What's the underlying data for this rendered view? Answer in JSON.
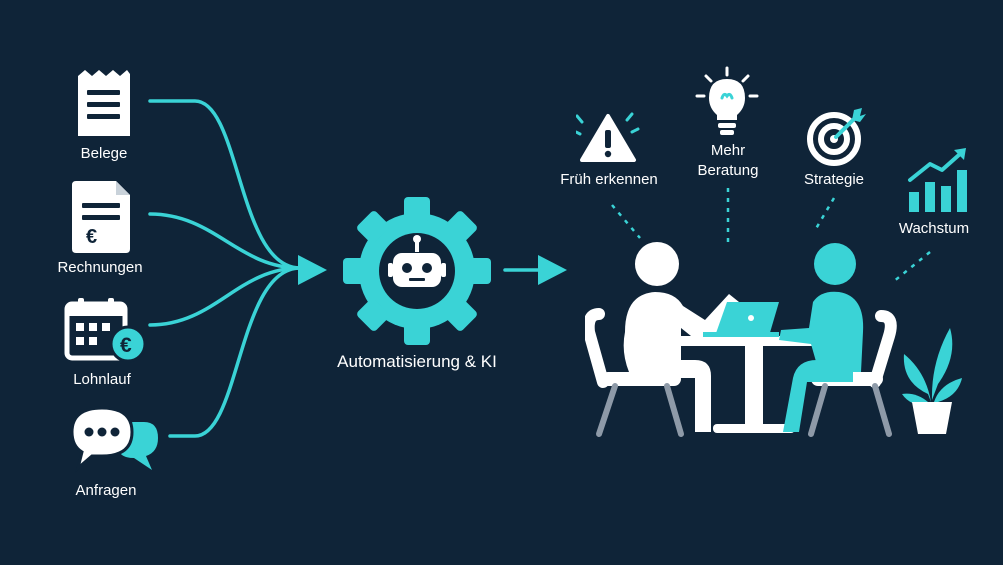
{
  "colors": {
    "background": "#0f2438",
    "accent": "#3ad3d6",
    "foreground": "#ffffff",
    "muted": "#8e9aa8"
  },
  "inputs": [
    {
      "label": "Belege",
      "icon": "receipt-icon"
    },
    {
      "label": "Rechnungen",
      "icon": "invoice-euro-icon"
    },
    {
      "label": "Lohnlauf",
      "icon": "calendar-euro-icon"
    },
    {
      "label": "Anfragen",
      "icon": "chat-bubbles-icon"
    }
  ],
  "center": {
    "label": "Automatisierung & KI",
    "icon": "gear-robot-icon"
  },
  "outcomes": [
    {
      "label": "Früh erkennen",
      "icon": "warning-icon"
    },
    {
      "label": "Mehr\nBeratung",
      "icon": "lightbulb-icon"
    },
    {
      "label": "Strategie",
      "icon": "target-icon"
    },
    {
      "label": "Wachstum",
      "icon": "growth-chart-icon"
    }
  ],
  "scene": {
    "icon": "consultation-meeting-icon"
  }
}
